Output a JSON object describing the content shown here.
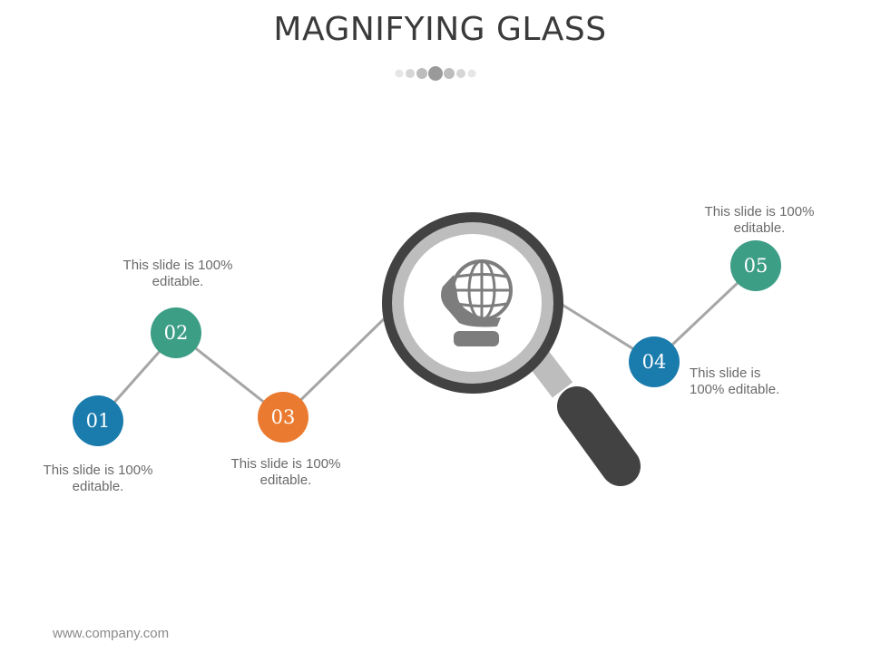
{
  "title": "MAGNIFYING GLASS",
  "footer": "www.company.com",
  "steps": [
    {
      "number": "01",
      "caption": "This slide is 100% editable.",
      "color": "#1a7bad"
    },
    {
      "number": "02",
      "caption": "This slide is 100% editable.",
      "color": "#3d9e86"
    },
    {
      "number": "03",
      "caption": "This slide is 100% editable.",
      "color": "#ea7a2f"
    },
    {
      "number": "04",
      "caption": "This slide is 100% editable.",
      "color": "#1a7bad"
    },
    {
      "number": "05",
      "caption": "This slide is 100% editable.",
      "color": "#3d9e86"
    }
  ],
  "icons": {
    "center": "hand-holding-globe-icon",
    "glass": "magnifying-glass-icon"
  },
  "colors": {
    "line": "#a6a6a6",
    "lens_rim": "#424242",
    "lens_inner_ring": "#bdbdbd",
    "handle": "#424242",
    "icon": "#7d7d7d"
  }
}
